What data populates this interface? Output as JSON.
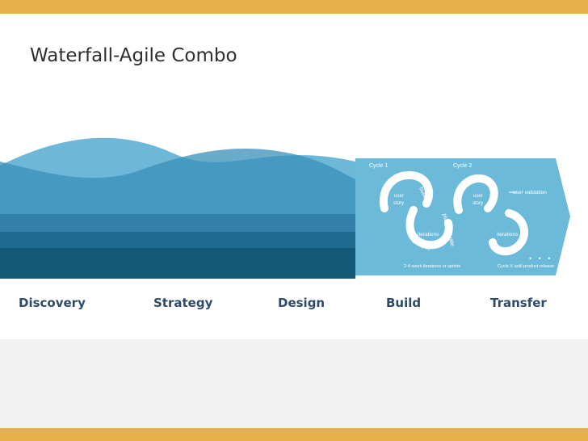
{
  "slide": {
    "title": "Waterfall-Agile Combo"
  },
  "phases": [
    "Discovery",
    "Strategy",
    "Design",
    "Build",
    "Transfer"
  ],
  "agile": {
    "cycle_1": "Cycle 1",
    "cycle_2": "Cycle 2",
    "cycle_1_words": [
      "design",
      "build",
      "test",
      "plan/evaluate",
      "analyze"
    ],
    "user_story": [
      "user",
      "story"
    ],
    "iterations": "iterations",
    "user_validation": "user validation",
    "note_1": "2-4 week iterations or sprints",
    "note_2": "Cycle X until product release",
    "ellipsis": "• • •"
  },
  "colors": {
    "gold": "#e6b04a",
    "wave_light": "#6db8d9",
    "wave_mid": "#3a8fb8",
    "band_1": "#2f7ba6",
    "band_2": "#1f6a8f",
    "band_3": "#145a78",
    "arrow": "#6bbad9",
    "phase_text": "#2e4a6a"
  }
}
